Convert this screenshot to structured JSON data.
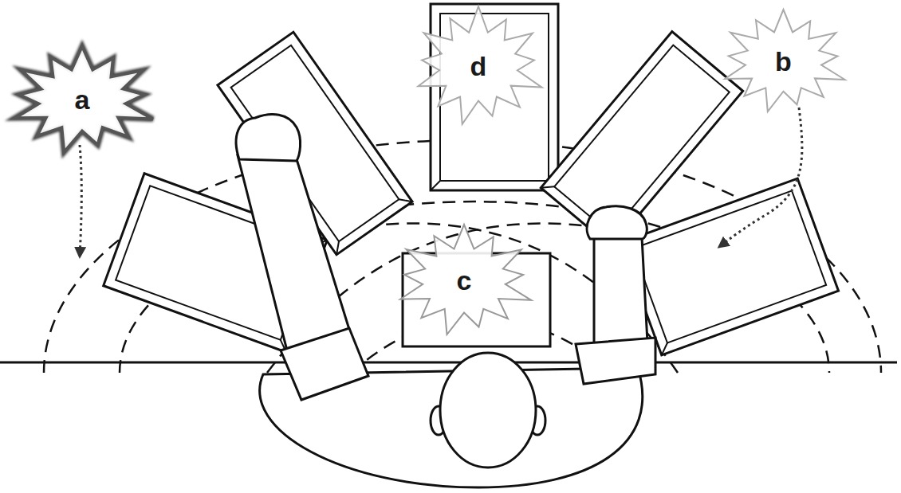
{
  "diagram": {
    "nodes": [
      {
        "text": [
          "a"
        ]
      },
      {
        "text": [
          "d"
        ]
      },
      {
        "text": [
          "b"
        ]
      },
      {
        "text": [
          "c"
        ]
      }
    ]
  }
}
